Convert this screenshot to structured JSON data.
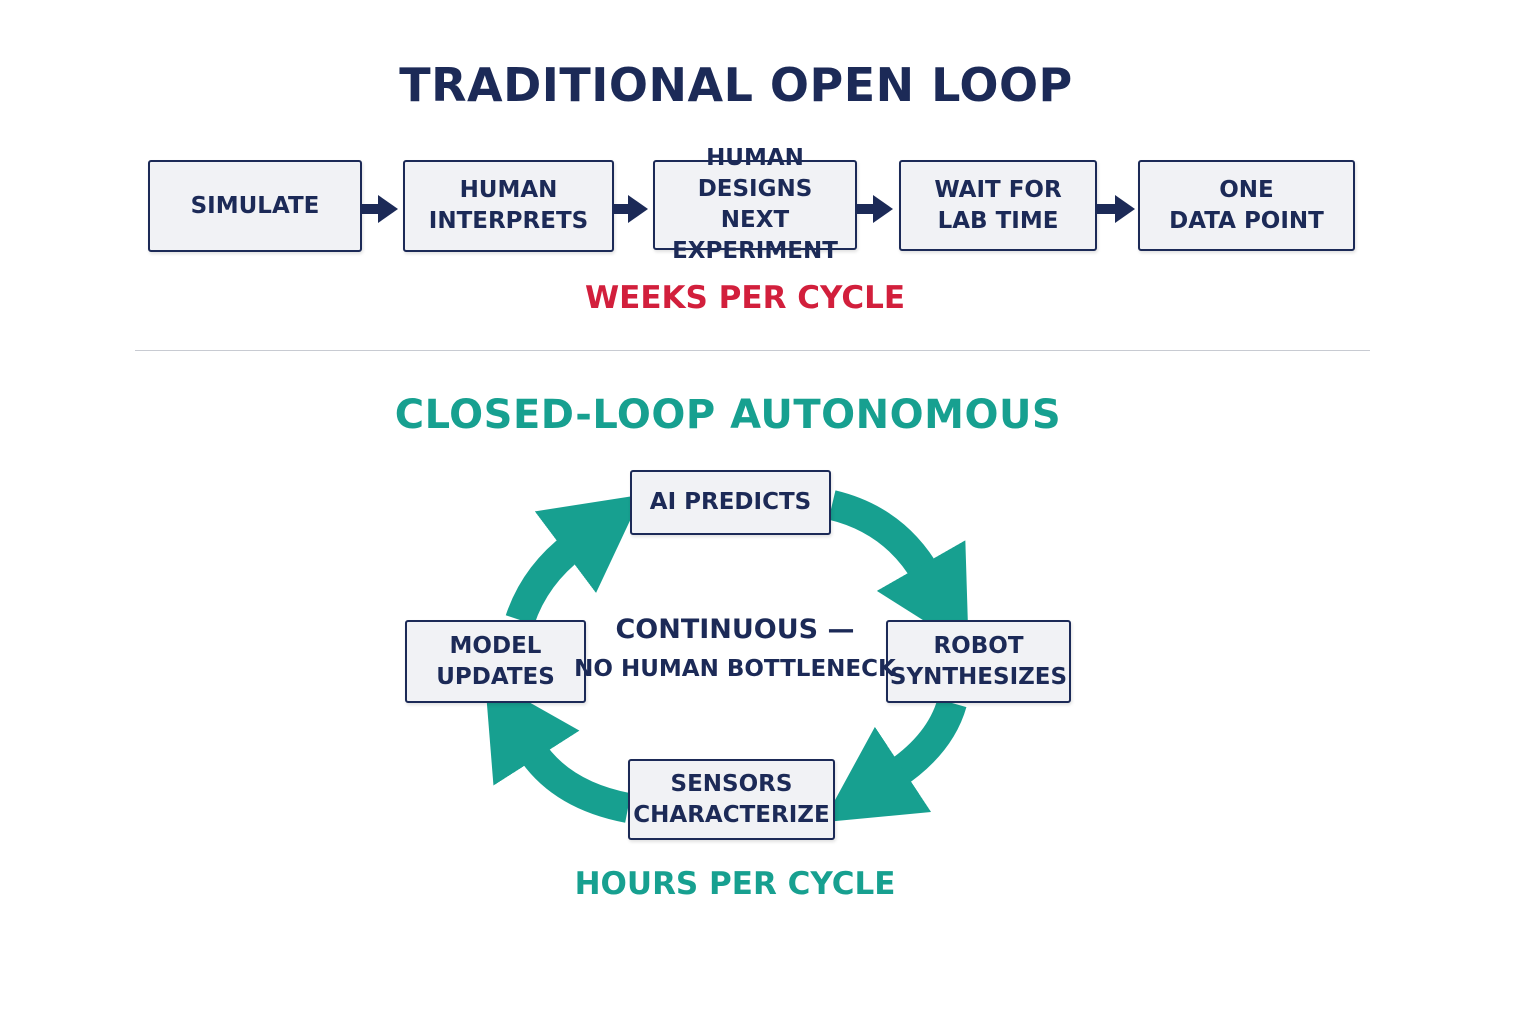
{
  "open_loop": {
    "title": "TRADITIONAL OPEN LOOP",
    "steps": [
      {
        "line1": "SIMULATE",
        "line2": ""
      },
      {
        "line1": "HUMAN",
        "line2": "INTERPRETS"
      },
      {
        "line1": "HUMAN DESIGNS",
        "line2": "NEXT EXPERIMENT"
      },
      {
        "line1": "WAIT FOR",
        "line2": "LAB TIME"
      },
      {
        "line1": "ONE",
        "line2": "DATA POINT"
      }
    ],
    "cycle_time": "WEEKS PER CYCLE"
  },
  "closed_loop": {
    "title": "CLOSED-LOOP AUTONOMOUS",
    "steps": [
      {
        "line1": "AI PREDICTS",
        "line2": ""
      },
      {
        "line1": "ROBOT",
        "line2": "SYNTHESIZES"
      },
      {
        "line1": "SENSORS",
        "line2": "CHARACTERIZE"
      },
      {
        "line1": "MODEL",
        "line2": "UPDATES"
      }
    ],
    "center_line1": "CONTINUOUS —",
    "center_line2": "NO HUMAN BOTTLENECK",
    "cycle_time": "HOURS PER CYCLE"
  },
  "colors": {
    "navy": "#1c2a57",
    "teal": "#17a090",
    "red": "#d21f3c",
    "box_fill": "#f1f2f5"
  }
}
